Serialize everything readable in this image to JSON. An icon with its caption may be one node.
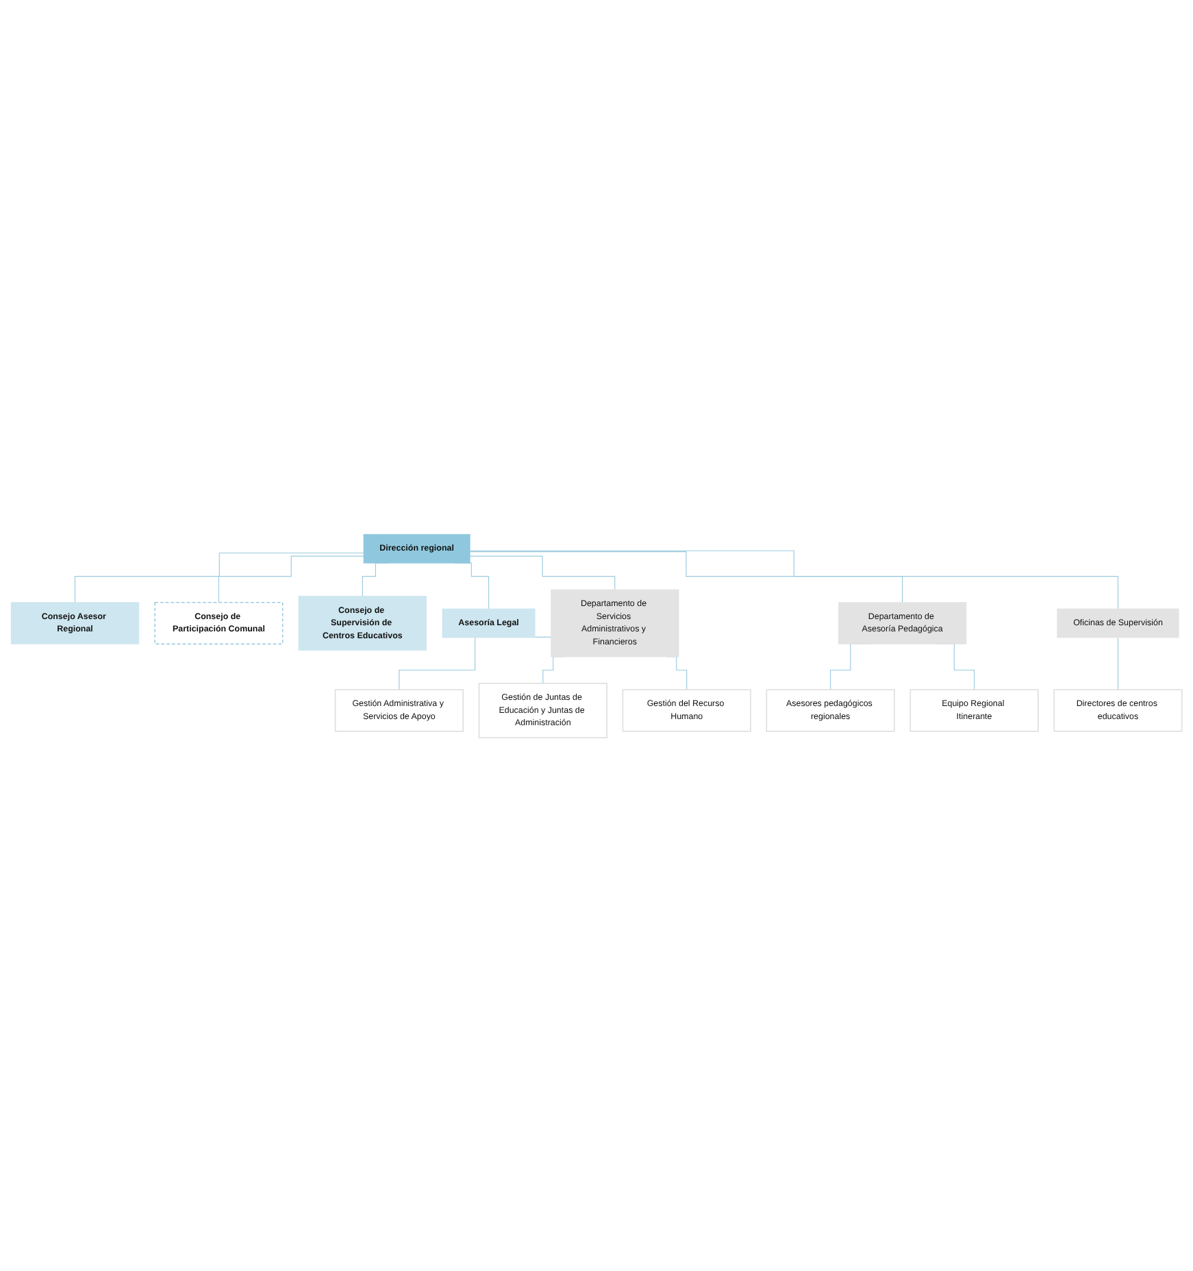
{
  "diagram": {
    "nodes": [
      {
        "text": [
          "Dirección regional"
        ]
      },
      {
        "text": [
          "Consejo Asesor Regional"
        ]
      },
      {
        "text": [
          "Consejo de Participación Comunal"
        ]
      },
      {
        "text": [
          "Consejo de Supervisión de Centros Educativos"
        ]
      },
      {
        "text": [
          "Asesoría Legal"
        ]
      },
      {
        "text": [
          "Departamento de Servicios Administrativos y Financieros"
        ]
      },
      {
        "text": [
          "Departamento de Asesoría Pedagógica"
        ]
      },
      {
        "text": [
          "Oficinas de Supervisión"
        ]
      },
      {
        "text": [
          "Gestión Administrativa y Servicios de Apoyo"
        ]
      },
      {
        "text": [
          "Gestión de Juntas de Educación y Juntas de Administración"
        ]
      },
      {
        "text": [
          "Gestión del Recurso Humano"
        ]
      },
      {
        "text": [
          "Asesores pedagógicos regionales"
        ]
      },
      {
        "text": [
          "Equipo Regional Itinerante"
        ]
      },
      {
        "text": [
          "Directores de centros educativos"
        ]
      }
    ],
    "edges": [
      {
        "from": 0,
        "to": 1,
        "arrow": "none"
      },
      {
        "from": 0,
        "to": 2,
        "arrow": "none"
      },
      {
        "from": 0,
        "to": 3,
        "arrow": "none"
      },
      {
        "from": 0,
        "to": 4,
        "arrow": "none"
      },
      {
        "from": 0,
        "to": 5,
        "arrow": "none"
      },
      {
        "from": 0,
        "to": 6,
        "arrow": "none"
      },
      {
        "from": 0,
        "to": 7,
        "arrow": "none"
      },
      {
        "from": 5,
        "to": 8,
        "arrow": "none"
      },
      {
        "from": 5,
        "to": 9,
        "arrow": "none"
      },
      {
        "from": 5,
        "to": 10,
        "arrow": "none"
      },
      {
        "from": 6,
        "to": 11,
        "arrow": "none"
      },
      {
        "from": 6,
        "to": 12,
        "arrow": "none"
      },
      {
        "from": 7,
        "to": 13,
        "arrow": "none"
      }
    ]
  }
}
